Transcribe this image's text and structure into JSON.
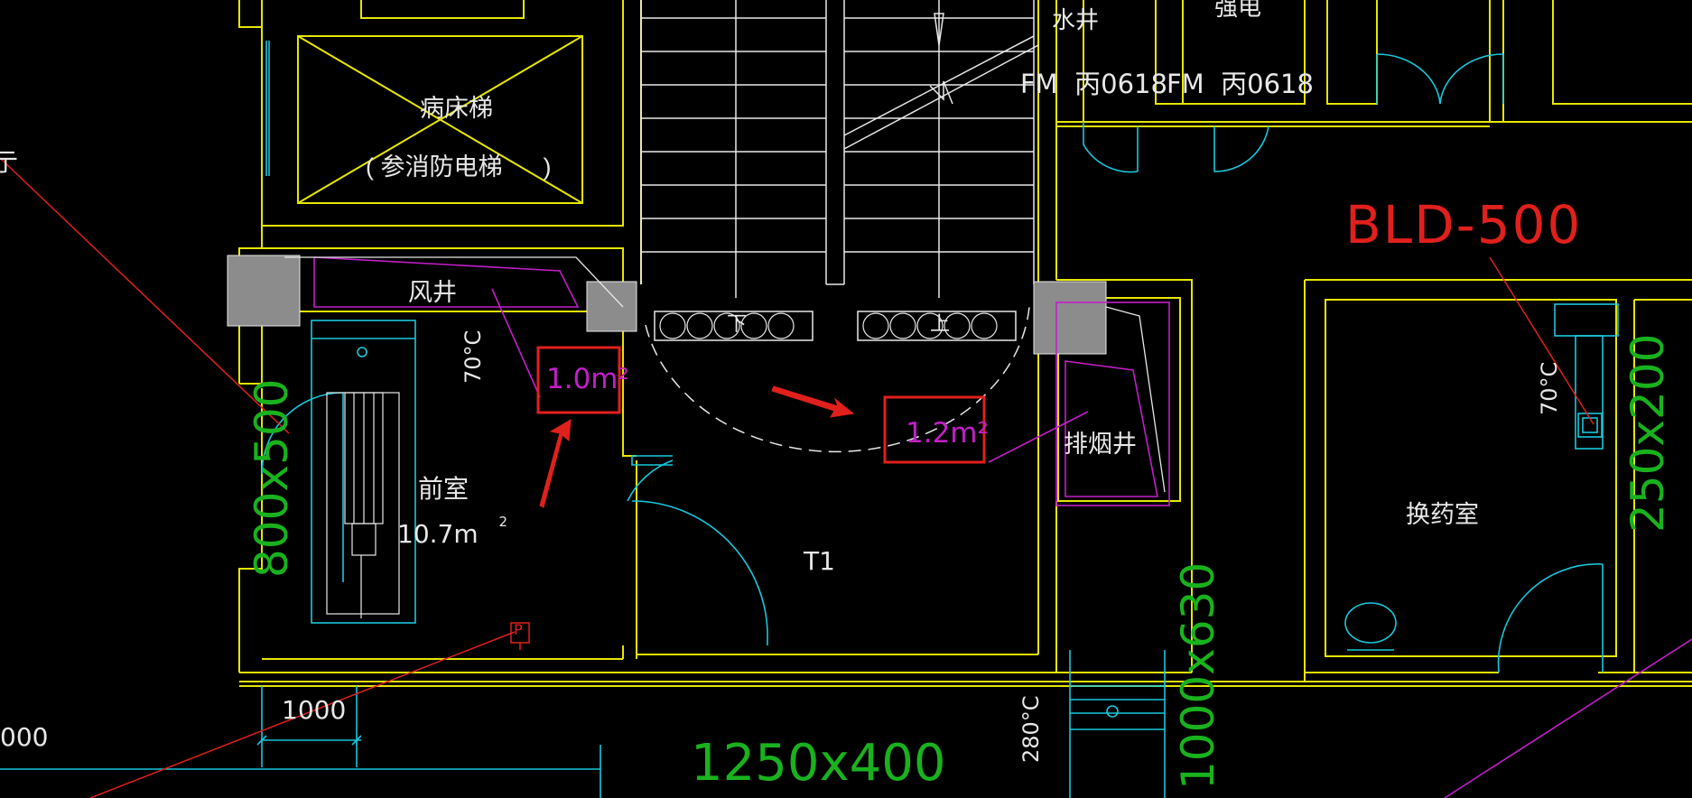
{
  "drawing": {
    "background": "#000000",
    "colors": {
      "wall": "#e6e600",
      "white": "#e8e8e8",
      "cyan": "#19c8dc",
      "magenta": "#c21fc8",
      "red": "#e0201c",
      "green": "#19b21e",
      "gray": "#8c8c8c"
    },
    "rooms": {
      "bed_elevator": "病床梯",
      "fire_elevator_note": "( 参消防电梯      )",
      "air_shaft": "风井",
      "front_room": "前室",
      "front_room_area": "10.7m",
      "front_room_area_sup": "2",
      "stair_id": "T1",
      "smoke_shaft": "排烟井",
      "dressing_room": "换药室",
      "water_well": "水井",
      "electric_room": "强电"
    },
    "doors": {
      "fm_a": "FM  丙0618",
      "fm_b": "FM  丙0618"
    },
    "stairs": {
      "down": "下",
      "up": "上"
    },
    "highlights": {
      "vent_a": "1.0m²",
      "vent_b": "1.2m²"
    },
    "dims": {
      "d1000": "1000",
      "d000": "000",
      "temp_70_a": "70°C",
      "temp_70_b": "70°C",
      "temp_280": "280°C",
      "duct_800x500": "800x500",
      "duct_1250x400": "1250x400",
      "duct_1000x630": "1000x630",
      "duct_250x200": "250x200",
      "bld": "BLD-500",
      "left_edge": "亍",
      "p_mark": "P"
    }
  }
}
